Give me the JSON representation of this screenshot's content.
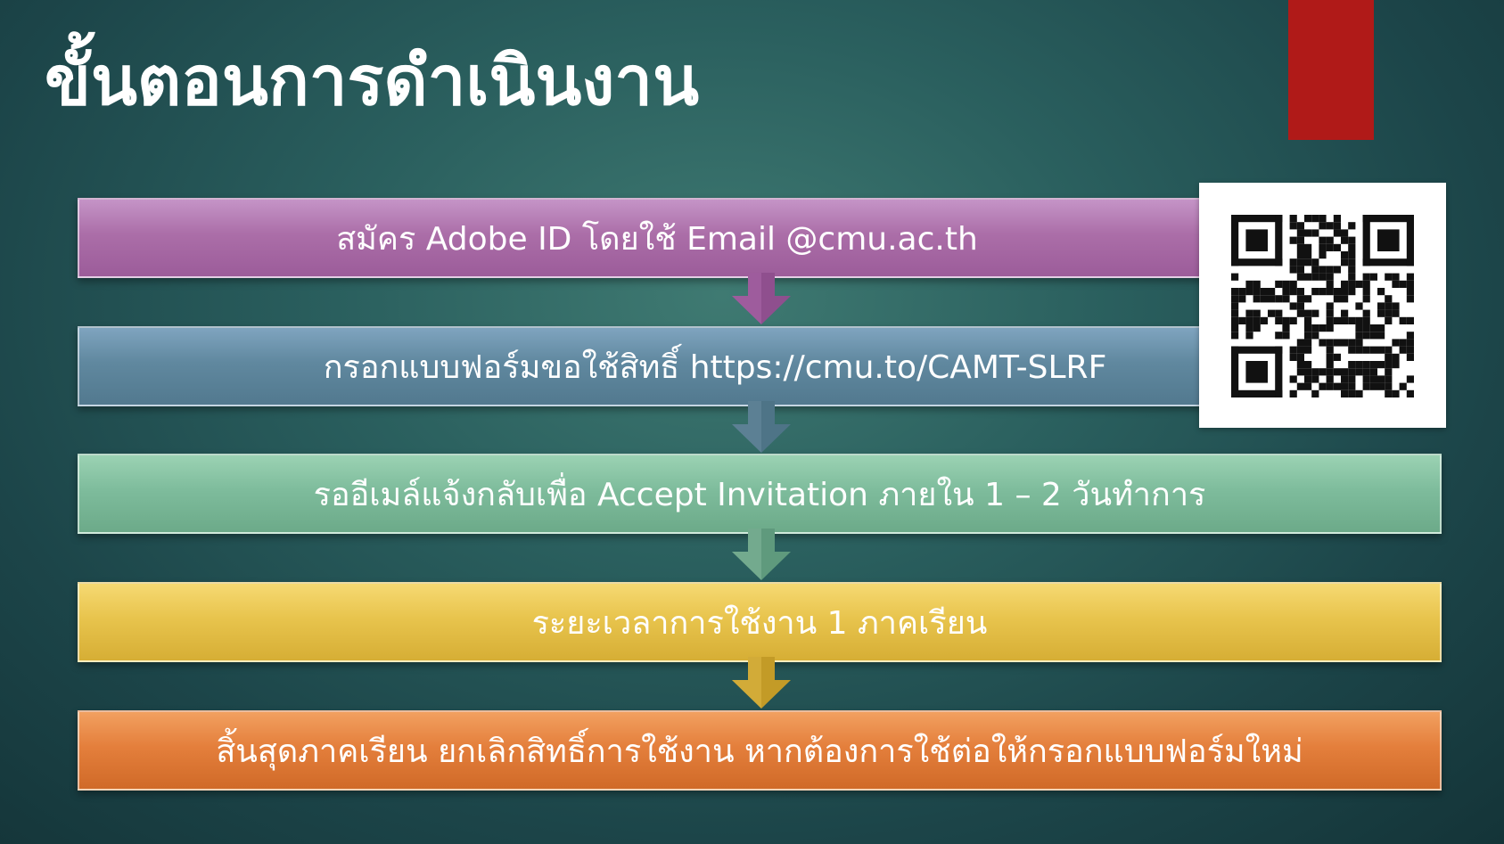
{
  "slide": {
    "title": "ขั้นตอนการดำเนินงาน"
  },
  "steps": [
    {
      "label": "สมัคร Adobe ID โดยใช้ Email @cmu.ac.th",
      "color": "#ab6ea8"
    },
    {
      "label": "กรอกแบบฟอร์มขอใช้สิทธิ์ https://cmu.to/CAMT-SLRF",
      "color": "#60889f"
    },
    {
      "label": "รออีเมล์แจ้งกลับเพื่อ Accept Invitation ภายใน 1 – 2 วันทำการ",
      "color": "#7ebc9c"
    },
    {
      "label": "ระยะเวลาการใช้งาน 1 ภาคเรียน",
      "color": "#e8c44d"
    },
    {
      "label": "สิ้นสุดภาคเรียน ยกเลิกสิทธิ์การใช้งาน หากต้องการใช้ต่อให้กรอกแบบฟอร์มใหม่",
      "color": "#e47f3c"
    }
  ],
  "colors": {
    "accent_bar": "#b01a18",
    "background": "#2a5f5e"
  },
  "icons": {
    "qr": "qr-code-icon"
  }
}
